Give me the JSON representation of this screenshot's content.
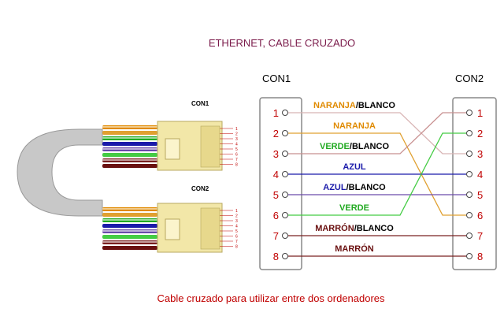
{
  "title": "ETHERNET, CABLE CRUZADO",
  "con1_header": "CON1",
  "con2_header": "CON2",
  "plug_top_label": "CON1",
  "plug_bottom_label": "CON2",
  "caption": "Cable cruzado para utilizar entre dos ordenadores",
  "pins_left": [
    "1",
    "2",
    "3",
    "4",
    "5",
    "6",
    "7",
    "8"
  ],
  "pins_right": [
    "1",
    "2",
    "3",
    "4",
    "5",
    "6",
    "7",
    "8"
  ],
  "plug_pin_numbers": [
    "1",
    "2",
    "3",
    "4",
    "5",
    "6",
    "7",
    "8"
  ],
  "wires": [
    {
      "from": "1",
      "to": "3",
      "parts": [
        {
          "text": "NARANJA",
          "color": "#e08a00"
        },
        {
          "text": "/",
          "color": "#000000"
        },
        {
          "text": "BLANCO",
          "color": "#000000"
        }
      ],
      "line_color": "#d8b4b4"
    },
    {
      "from": "2",
      "to": "6",
      "parts": [
        {
          "text": "NARANJA",
          "color": "#e08a00"
        }
      ],
      "line_color": "#e0a030"
    },
    {
      "from": "3",
      "to": "1",
      "parts": [
        {
          "text": "VERDE",
          "color": "#22aa22"
        },
        {
          "text": "/",
          "color": "#000000"
        },
        {
          "text": "BLANCO",
          "color": "#000000"
        }
      ],
      "line_color": "#c89090"
    },
    {
      "from": "4",
      "to": "4",
      "parts": [
        {
          "text": "AZUL",
          "color": "#1a1aaa"
        }
      ],
      "line_color": "#1a1aaa"
    },
    {
      "from": "5",
      "to": "5",
      "parts": [
        {
          "text": "AZUL",
          "color": "#1a1aaa"
        },
        {
          "text": "/",
          "color": "#000000"
        },
        {
          "text": "BLANCO",
          "color": "#000000"
        }
      ],
      "line_color": "#6a4aaa"
    },
    {
      "from": "6",
      "to": "2",
      "parts": [
        {
          "text": "VERDE",
          "color": "#22aa22"
        }
      ],
      "line_color": "#44cc44"
    },
    {
      "from": "7",
      "to": "7",
      "parts": [
        {
          "text": "MARRÓN",
          "color": "#6a1010"
        },
        {
          "text": "/",
          "color": "#000000"
        },
        {
          "text": "BLANCO",
          "color": "#000000"
        }
      ],
      "line_color": "#7a2020"
    },
    {
      "from": "8",
      "to": "8",
      "parts": [
        {
          "text": "MARRÓN",
          "color": "#6a1010"
        }
      ],
      "line_color": "#7a2020"
    }
  ],
  "colors": {
    "title": "#7a1a4a",
    "caption": "#c00000",
    "pin_number": "#c00000",
    "connector_fill": "#ffffff",
    "connector_border": "#888888",
    "cable_gray": "#b0b0b0",
    "plug_body": "#f2e7a8"
  }
}
